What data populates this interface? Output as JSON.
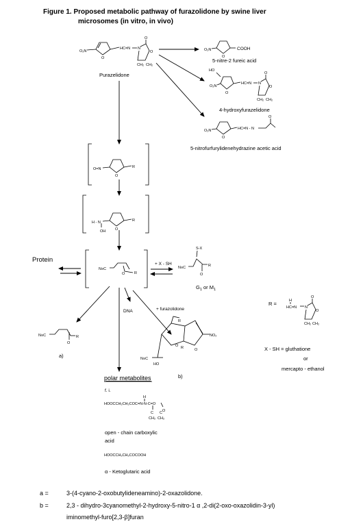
{
  "title": {
    "line1": "Figure 1.  Proposed metabolic pathway of furazolidone by swine liver",
    "line2": "microsomes (in vitro, in vivo)"
  },
  "compounds": {
    "parent": "Purazelidone",
    "fureic": "5-nitre-2 fureic acid",
    "hydroxy": "4-hydroxyfurazelidone",
    "hydrazine": "5-nitrofurfurylidenehydrazine acetic acid",
    "g1_prefix": "G",
    "g1_sub": "1",
    "g1_mid": " or M",
    "m1_sub": "1",
    "protein": "Protein",
    "dna": "DNA",
    "plus_furaz": "+ furazolidone",
    "xsh_arrow": "+ X - SH",
    "label_a": "a)",
    "label_b": "b)",
    "polar": "polar metabolites",
    "fi": "f. i.",
    "open_chain_1": "open - chain carboxylic",
    "open_chain_2": "acid",
    "ketoglutaric": "α - Ketoglutaric acid"
  },
  "definitions": {
    "r_eq": "R   =",
    "xsh_eq": "X - SH  =  gluthatione",
    "or": "or",
    "mercapto": "mercapto - ethanol"
  },
  "formulas": {
    "cooh": "COOH",
    "o2n": "O₂N",
    "nitro": "NO₂",
    "hoooc_1": "HOOCCH₂CH₂COC=N-N-C=O",
    "hoooc_2": "HOOCCH₂CH₂COCOOH",
    "ch2": "CH₂",
    "cyano": "N≡C",
    "s_x": "S-X",
    "hc_n": "HC=N",
    "hcn_nh": "HC=N - N",
    "hn": "H - N",
    "oh": "OH",
    "on": "O=N",
    "ho": "HO",
    "r": "R",
    "o": "O",
    "c": "C",
    "h": "H",
    "n": "N"
  },
  "footnotes": {
    "a_key": "a =",
    "a_text": "3-(4-cyano-2-oxobutylideneamino)-2-oxazolidone.",
    "b_key": "b =",
    "b_text1": "2,3 - dihydro-3cyanomethyl-2-hydroxy-5-nitro-1 α ,2-di(2-oxo-oxazolidin-3-yl)",
    "b_text2": "iminomethyl-furo[2,3-β]furan"
  }
}
